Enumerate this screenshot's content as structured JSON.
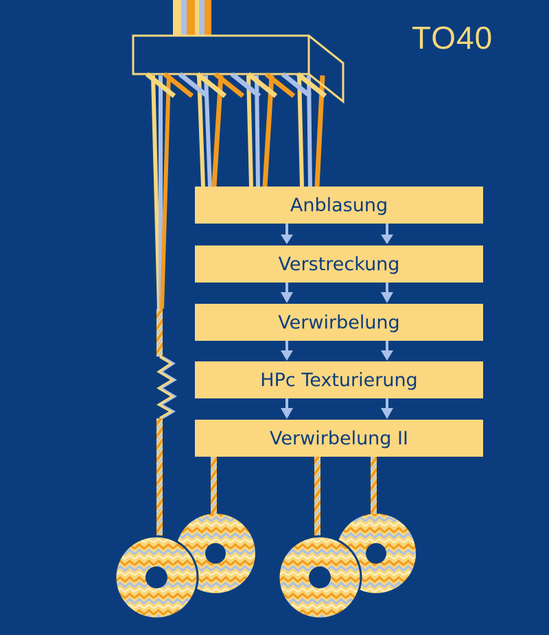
{
  "title": "TO40",
  "process_steps": [
    {
      "label": "Anblasung"
    },
    {
      "label": "Verstreckung"
    },
    {
      "label": "Verwirbelung"
    },
    {
      "label": "HPc Texturierung"
    },
    {
      "label": "Verwirbelung II"
    }
  ],
  "colors": {
    "background": "#0b3d7e",
    "box_fill": "#fbd780",
    "yellow": "#f8d77b",
    "orange": "#f39a1f",
    "light_blue": "#a9c0ea",
    "text": "#0b3d7e"
  },
  "icons": {
    "spinneret": "spinneret-icon",
    "flow_arrow": "down-arrow-icon",
    "bobbin": "yarn-bobbin-icon"
  }
}
